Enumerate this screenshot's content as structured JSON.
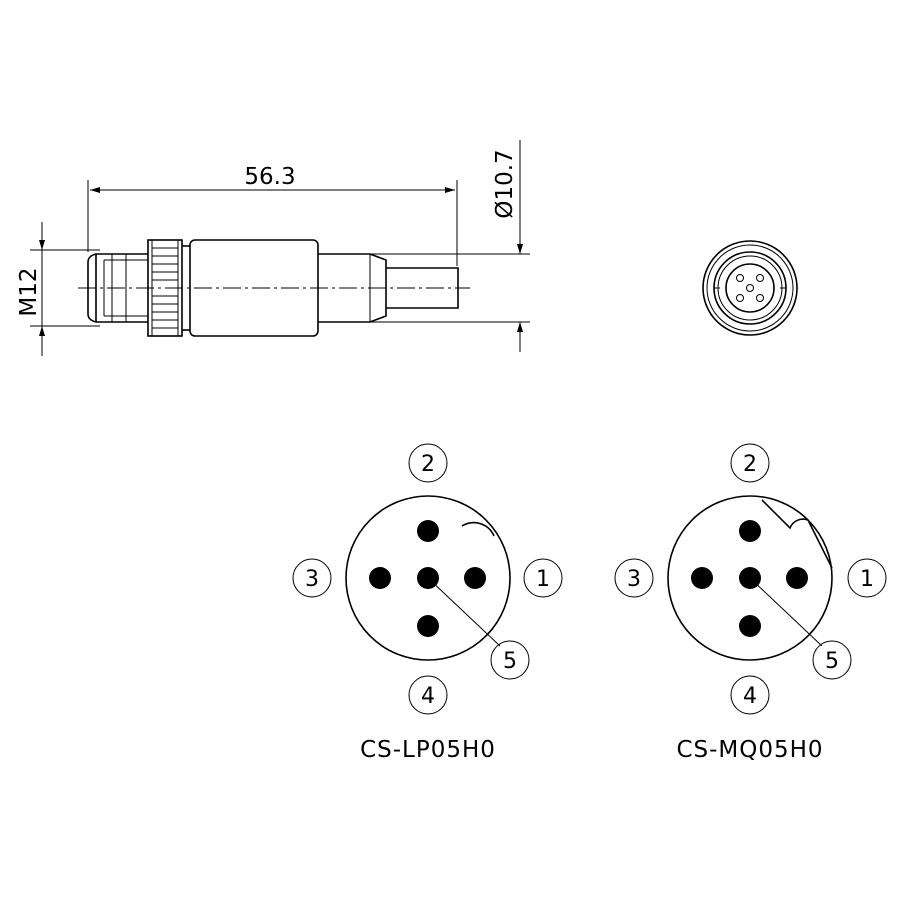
{
  "dimensions": {
    "length": "56.3",
    "diameter": "Ø10.7",
    "thread": "M12"
  },
  "pin_numbers": [
    "1",
    "2",
    "3",
    "4",
    "5"
  ],
  "connectors": [
    {
      "caption": "CS-LP05H0"
    },
    {
      "caption": "CS-MQ05H0"
    }
  ]
}
